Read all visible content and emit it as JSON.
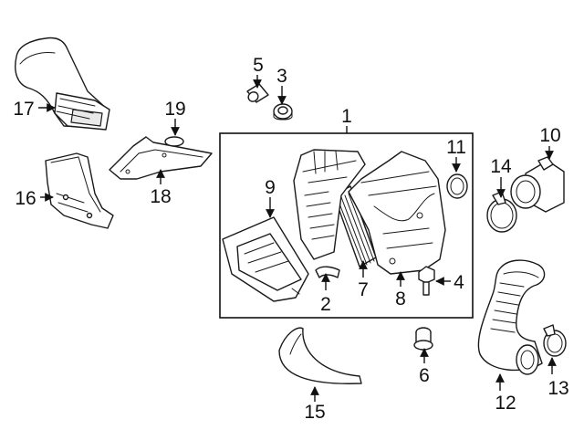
{
  "callouts": [
    {
      "id": "c1",
      "label": "1"
    },
    {
      "id": "c2",
      "label": "2"
    },
    {
      "id": "c3",
      "label": "3"
    },
    {
      "id": "c4",
      "label": "4"
    },
    {
      "id": "c5",
      "label": "5"
    },
    {
      "id": "c6",
      "label": "6"
    },
    {
      "id": "c7",
      "label": "7"
    },
    {
      "id": "c8",
      "label": "8"
    },
    {
      "id": "c9",
      "label": "9"
    },
    {
      "id": "c10",
      "label": "10"
    },
    {
      "id": "c11",
      "label": "11"
    },
    {
      "id": "c12",
      "label": "12"
    },
    {
      "id": "c13",
      "label": "13"
    },
    {
      "id": "c14",
      "label": "14"
    },
    {
      "id": "c15",
      "label": "15"
    },
    {
      "id": "c16",
      "label": "16"
    },
    {
      "id": "c17",
      "label": "17"
    },
    {
      "id": "c18",
      "label": "18"
    },
    {
      "id": "c19",
      "label": "19"
    }
  ],
  "colors": {
    "line": "#1a1a1a",
    "background": "#ffffff"
  }
}
